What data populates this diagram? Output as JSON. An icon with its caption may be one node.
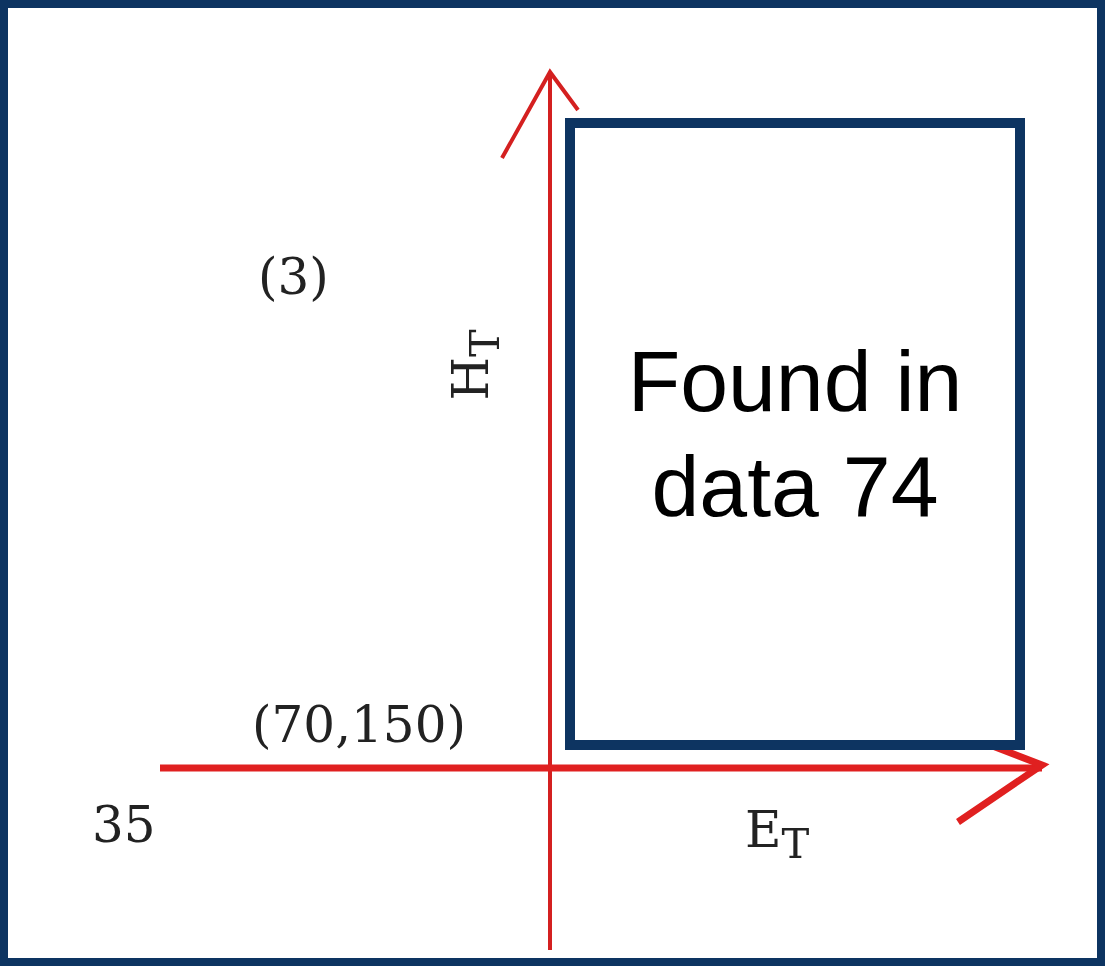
{
  "diagram": {
    "nodes": [
      {
        "text": [
          "Found in data 74"
        ]
      }
    ],
    "labels": [
      "(3)",
      "H$_{T}$",
      "(70,150)",
      "35",
      "E$_{T}$"
    ]
  }
}
